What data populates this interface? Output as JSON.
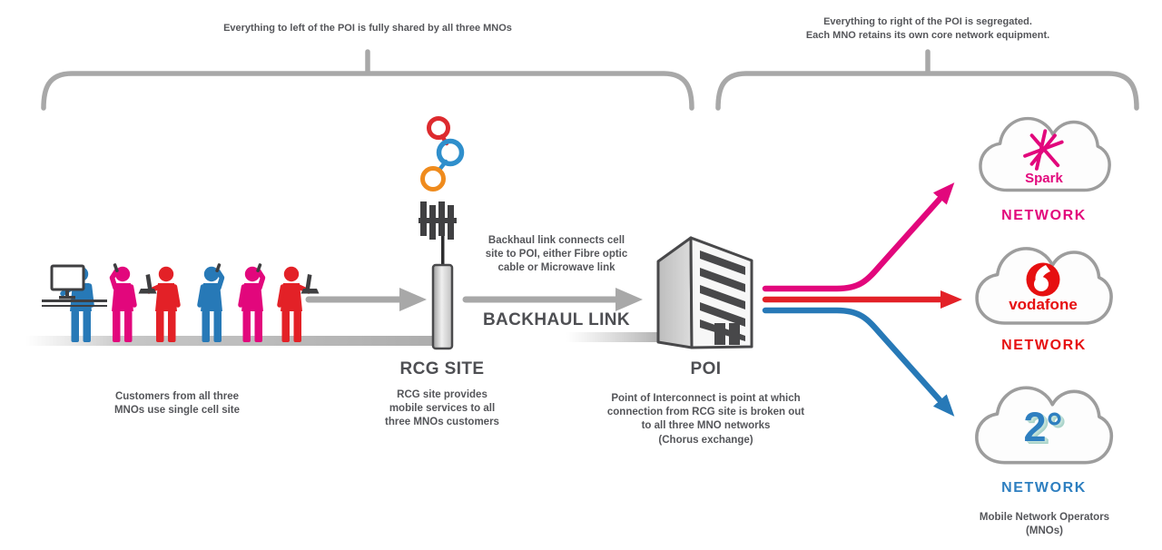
{
  "header": {
    "left_note": "Everything to left of the POI is fully shared by all three MNOs",
    "right_note": "Everything to right of the POI is segregated.\nEach MNO retains its own core network equipment."
  },
  "customers": {
    "caption": "Customers from all three\nMNOs use single cell site"
  },
  "rcg_site": {
    "label": "RCG SITE",
    "caption": "RCG site provides\nmobile services to all\nthree MNOs customers"
  },
  "backhaul": {
    "label": "BACKHAUL LINK",
    "note": "Backhaul link connects cell\nsite to POI, either Fibre optic\ncable or Microwave link"
  },
  "poi": {
    "label": "POI",
    "caption": "Point of Interconnect is point at which\nconnection from RCG site is broken out\nto all three MNO networks\n(Chorus exchange)"
  },
  "networks": [
    {
      "name": "Spark",
      "logo_text": "Spark",
      "network_label": "NETWORK",
      "color": "#e2077c"
    },
    {
      "name": "Vodafone",
      "logo_text": "vodafone",
      "network_label": "NETWORK",
      "color": "#e60f10"
    },
    {
      "name": "2degrees",
      "logo_text": "2°",
      "network_label": "NETWORK",
      "color": "#2e7fc0"
    }
  ],
  "footer": {
    "mno_caption": "Mobile Network Operators\n(MNOs)"
  },
  "colors": {
    "pink": "#e2077c",
    "red": "#e32127",
    "blue": "#2779b7",
    "vodafoneRed": "#e60f10",
    "twodegreesBlue": "#2e7fc0",
    "gray": "#a8a8a8",
    "darkGray": "#4e4f53",
    "textGray": "#55565a",
    "logoRed": "#dd2a2e",
    "logoBlue": "#2f8fcc",
    "logoOrange": "#ef8b1d"
  }
}
